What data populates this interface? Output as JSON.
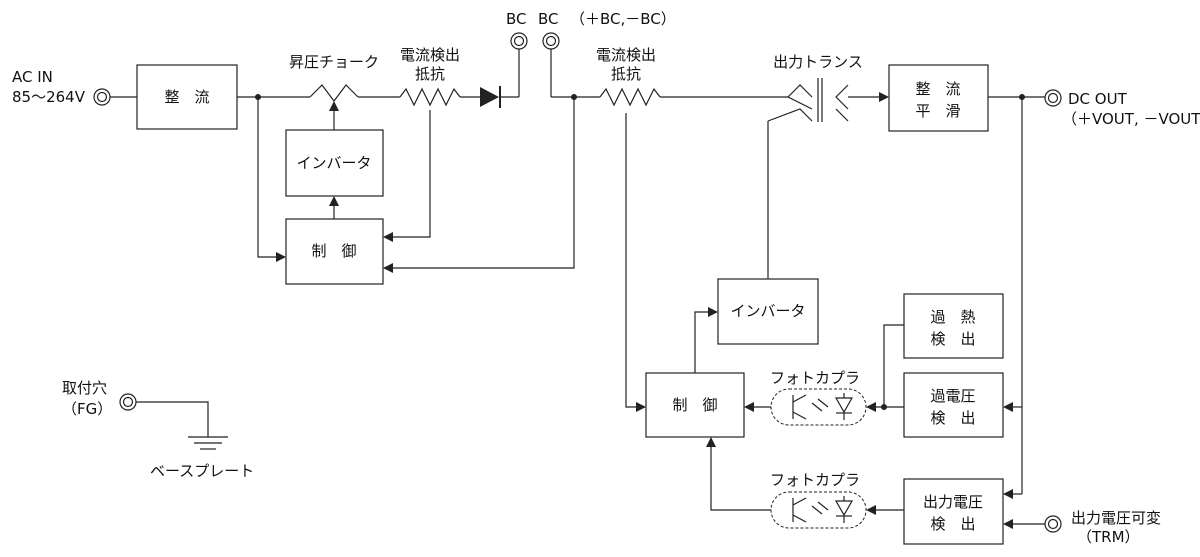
{
  "terminals": {
    "ac_in_name": "AC IN",
    "ac_in_range": "85～264V",
    "bc_left": "BC",
    "bc_right": "BC",
    "bc_note": "（＋BC,－BC）",
    "dc_out_name": "DC OUT",
    "dc_out_note": "（＋VOUT, －VOUT）",
    "fg_name": "取付穴",
    "fg_note": "（FG）",
    "base_plate": "ベースプレート",
    "trm_name": "出力電圧可変",
    "trm_note": "（TRM）"
  },
  "components": {
    "boost_choke": "昇圧チョーク",
    "sense_resistor_1_line1": "電流検出",
    "sense_resistor_1_line2": "抵抗",
    "sense_resistor_2_line1": "電流検出",
    "sense_resistor_2_line2": "抵抗",
    "output_transformer": "出力トランス",
    "photocoupler_1": "フォトカプラ",
    "photocoupler_2": "フォトカプラ"
  },
  "blocks": {
    "rectifier": "整　流",
    "inverter_primary": "インバータ",
    "control_primary": "制　御",
    "rect_smooth_line1": "整　流",
    "rect_smooth_line2": "平　滑",
    "inverter_secondary": "インバータ",
    "control_secondary": "制　御",
    "overheat_line1": "過　熱",
    "overheat_line2": "検　出",
    "overvoltage_line1": "過電圧",
    "overvoltage_line2": "検　出",
    "outvolt_line1": "出力電圧",
    "outvolt_line2": "検　出"
  }
}
